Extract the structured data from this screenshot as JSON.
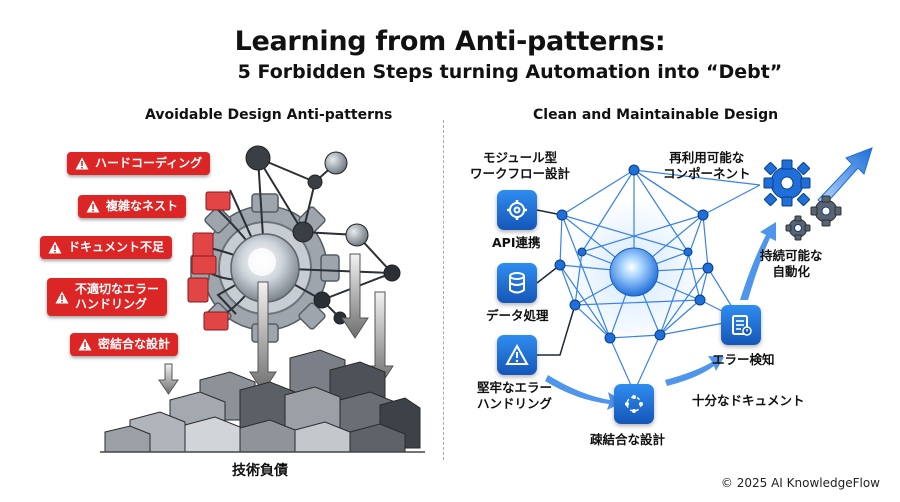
{
  "header": {
    "title": "Learning from Anti-patterns:",
    "subtitle": "5 Forbidden Steps turning Automation into “Debt”"
  },
  "left": {
    "title": "Avoidable Design Anti-patterns",
    "warnings": [
      "ハードコーディング",
      "複雑なネスト",
      "ドキュメント不足",
      "不適切なエラー\nハンドリング",
      "密結合な設計"
    ],
    "debt_label": "技術負債"
  },
  "right": {
    "title": "Clean and Maintainable Design",
    "modular_label": "モジュール型\nワークフロー設計",
    "reusable_label": "再利用可能な\nコンポーネント",
    "sustainable_label": "持続可能な\n自動化",
    "api_label": "API連携",
    "data_label": "データ処理",
    "error_handling_label": "堅牢なエラー\nハンドリング",
    "error_detect_label": "エラー検知",
    "docs_label": "十分なドキュメント",
    "loose_label": "疎結合な設計"
  },
  "footer": {
    "copyright": "© 2025 AI KnowledgeFlow"
  },
  "colors": {
    "warning": "#dc2626",
    "accent_blue": "#1e6fd9",
    "node_dark": "#2b2f36"
  }
}
